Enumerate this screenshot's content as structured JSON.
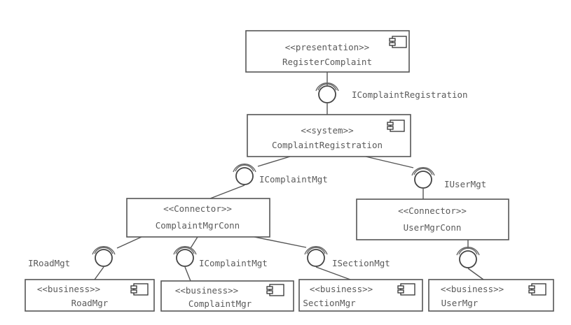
{
  "components": {
    "register": {
      "stereotype": "<<presentation>>",
      "name": "RegisterComplaint"
    },
    "registration": {
      "stereotype": "<<system>>",
      "name": "ComplaintRegistration"
    },
    "complaint_conn": {
      "stereotype": "<<Connector>>",
      "name": "ComplaintMgrConn"
    },
    "user_conn": {
      "stereotype": "<<Connector>>",
      "name": "UserMgrConn"
    },
    "road": {
      "stereotype": "<<business>>",
      "name": "RoadMgr"
    },
    "complaint": {
      "stereotype": "<<business>>",
      "name": "ComplaintMgr"
    },
    "section": {
      "stereotype": "<<business>>",
      "name": "SectionMgr"
    },
    "user": {
      "stereotype": "<<business>>",
      "name": "UserMgr"
    }
  },
  "interfaces": {
    "complaint_registration": "IComplaintRegistration",
    "complaint_mgt": "IComplaintMgt",
    "user_mgt": "IUserMgt",
    "road_mgt": "IRoadMgt",
    "complaint_mgt_2": "IComplaintMgt",
    "section_mgt": "ISectionMgt"
  },
  "icons": {
    "component": "uml-component-icon"
  }
}
